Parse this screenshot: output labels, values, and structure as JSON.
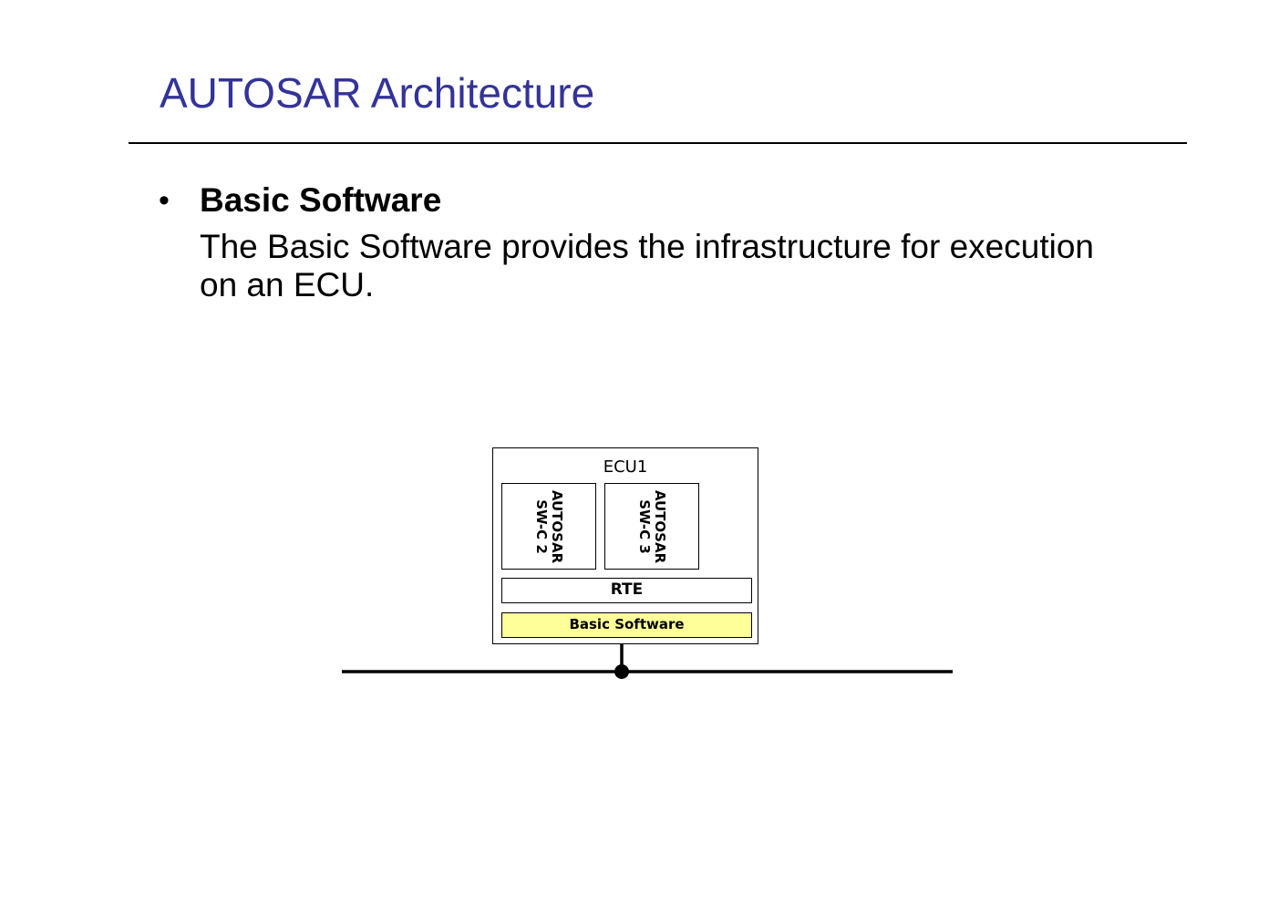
{
  "slide": {
    "title": "AUTOSAR Architecture"
  },
  "bullet": {
    "marker": "•",
    "heading": "Basic Software",
    "body_lines": [
      "The Basic Software provides the infrastructure for execution",
      "on an ECU."
    ]
  },
  "diagram": {
    "ecu_label": "ECU1",
    "components": [
      {
        "line1": "AUTOSAR",
        "line2": "SW-C 2"
      },
      {
        "line1": "AUTOSAR",
        "line2": "SW-C 3"
      }
    ],
    "rte_label": "RTE",
    "basic_software_label": "Basic Software",
    "colors": {
      "title": "#333399",
      "basic_software_fill": "#ffff99"
    }
  }
}
